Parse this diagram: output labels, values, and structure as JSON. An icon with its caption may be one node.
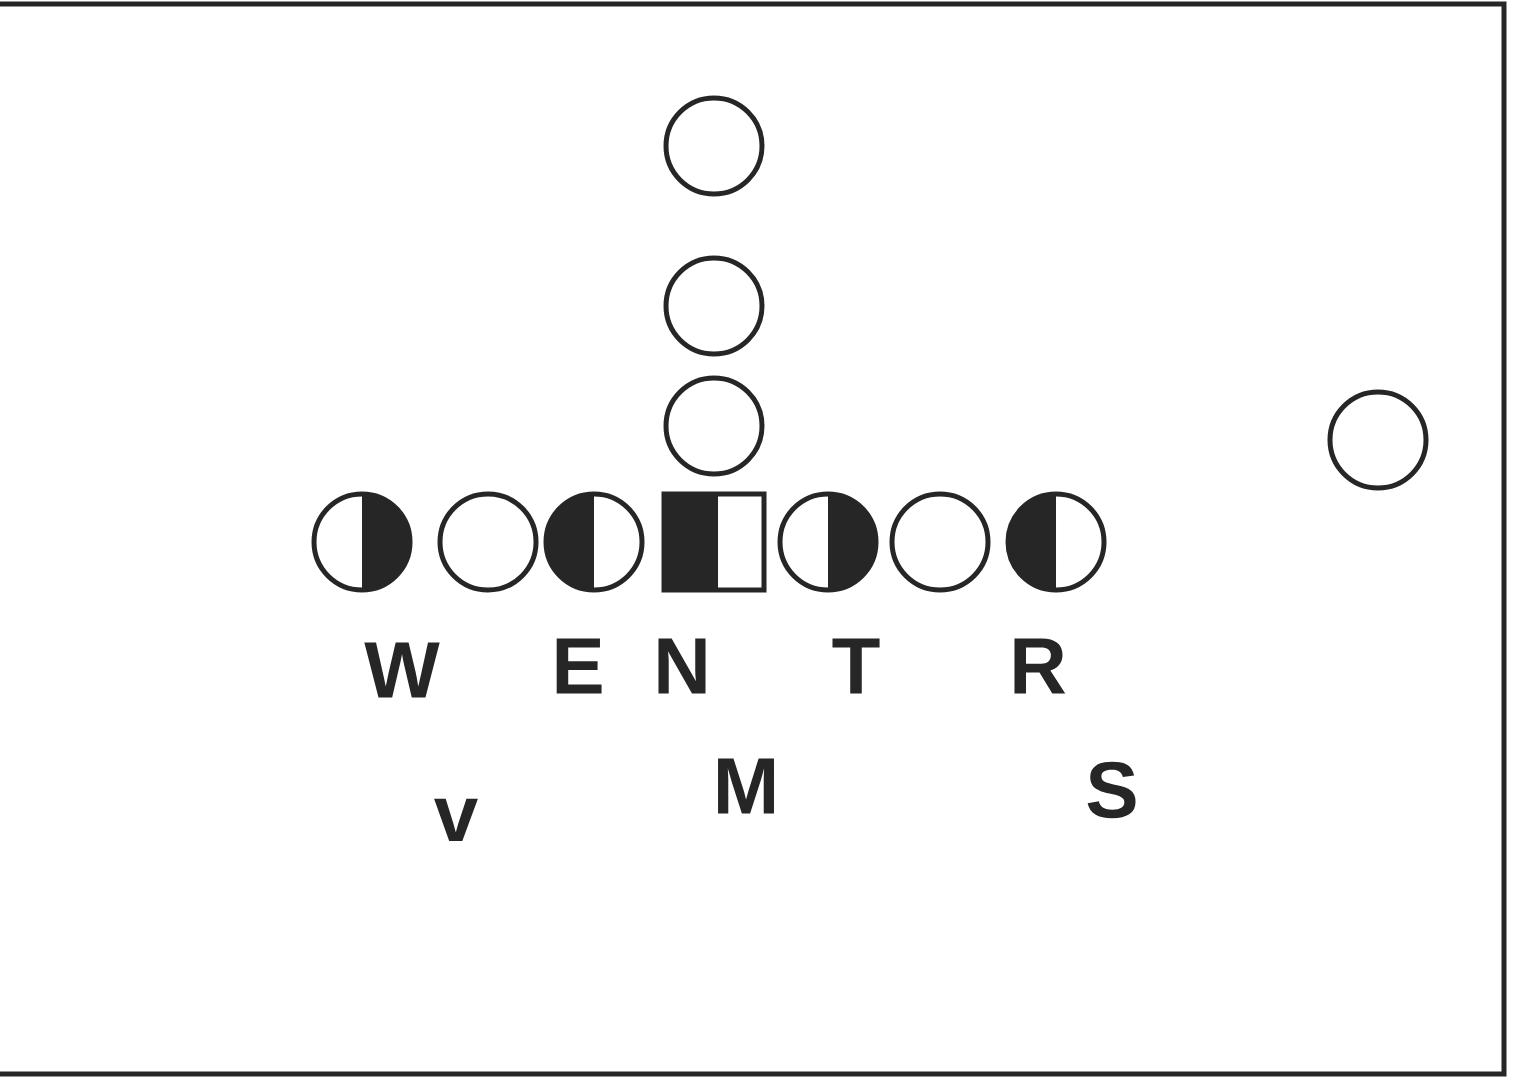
{
  "diagram": {
    "nodes": [
      {
        "text": [],
        "shape": "circle"
      },
      {
        "text": [],
        "shape": "circle"
      },
      {
        "text": [],
        "shape": "circle"
      },
      {
        "text": [],
        "shape": "circle"
      },
      {
        "text": [],
        "shape": "circle"
      },
      {
        "text": [],
        "shape": "circle"
      },
      {
        "text": [],
        "shape": "circle"
      },
      {
        "text": [],
        "shape": "box"
      },
      {
        "text": [],
        "shape": "circle"
      },
      {
        "text": [],
        "shape": "circle"
      },
      {
        "text": [],
        "shape": "circle"
      }
    ],
    "labels": [
      "W",
      "E",
      "N",
      "T",
      "R",
      "v",
      "M",
      "S"
    ]
  }
}
